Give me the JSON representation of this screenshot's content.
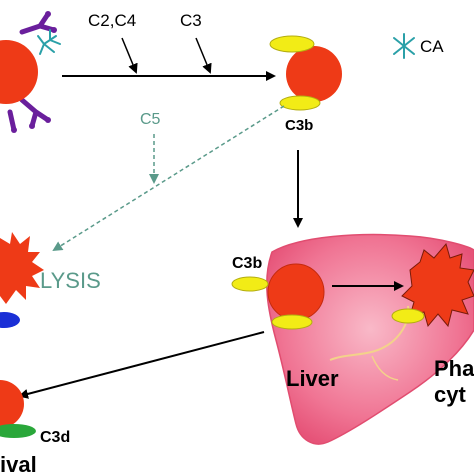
{
  "colors": {
    "cell": "#ee3a17",
    "c3b": "#f2ec16",
    "c3d": "#2aa73a",
    "blue_mark": "#1a2fd6",
    "antibody": "#6a1f9c",
    "antigen": "#2aa0a8",
    "liver": "#f06a8a",
    "liver_light": "#f8a7bb",
    "pathway_dashed": "#5a9a8a",
    "arrow": "#000000"
  },
  "labels": {
    "c2c4": "C2,C4",
    "c3": "C3",
    "ca": "CA",
    "c5": "C5",
    "c3b_top": "C3b",
    "c3b_liver": "C3b",
    "lysis": "LYSIS",
    "liver": "Liver",
    "phago_line1": "Pha",
    "phago_line2": "cyt",
    "c3d": "C3d",
    "survival": "ival"
  },
  "icons": {
    "antigen": "ca-antigen-icon",
    "antibody": "antibody-icon"
  }
}
